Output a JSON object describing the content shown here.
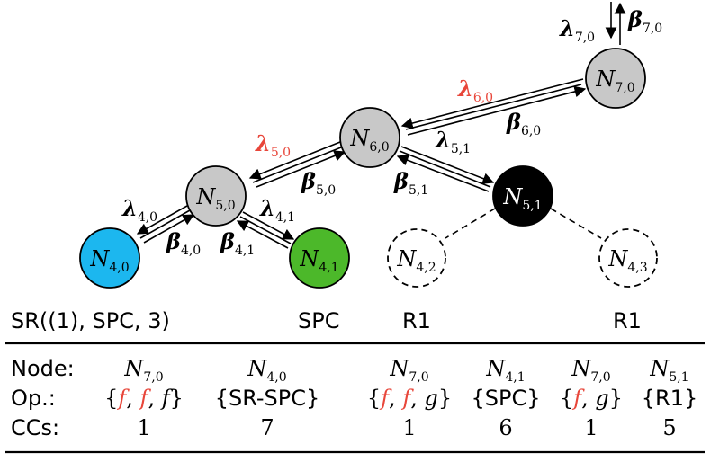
{
  "colors": {
    "gray_node": "#c8c8c8",
    "blue_node": "#1cb7ef",
    "green_node": "#4cb82a",
    "black_node": "#000000",
    "accent_red": "#e8463a"
  },
  "nodes": {
    "n70": {
      "sym": "N",
      "sub": "7,0"
    },
    "n60": {
      "sym": "N",
      "sub": "6,0"
    },
    "n50": {
      "sym": "N",
      "sub": "5,0"
    },
    "n51": {
      "sym": "N",
      "sub": "5,1"
    },
    "n40": {
      "sym": "N",
      "sub": "4,0"
    },
    "n41": {
      "sym": "N",
      "sub": "4,1"
    },
    "n42": {
      "sym": "N",
      "sub": "4,2"
    },
    "n43": {
      "sym": "N",
      "sub": "4,3"
    }
  },
  "edge_labels": {
    "lambda70": {
      "sym": "λ",
      "sub": "7,0"
    },
    "beta70": {
      "sym": "β",
      "sub": "7,0"
    },
    "lambda60": {
      "sym": "λ",
      "sub": "6,0"
    },
    "beta60": {
      "sym": "β",
      "sub": "6,0"
    },
    "lambda50": {
      "sym": "λ",
      "sub": "5,0"
    },
    "beta50": {
      "sym": "β",
      "sub": "5,0"
    },
    "lambda51": {
      "sym": "λ",
      "sub": "5,1"
    },
    "beta51": {
      "sym": "β",
      "sub": "5,1"
    },
    "lambda40": {
      "sym": "λ",
      "sub": "4,0"
    },
    "beta40": {
      "sym": "β",
      "sub": "4,0"
    },
    "lambda41": {
      "sym": "λ",
      "sub": "4,1"
    },
    "beta41": {
      "sym": "β",
      "sub": "4,1"
    }
  },
  "leaf_labels": {
    "n40": "SR((1), SPC, 3)",
    "n41": "SPC",
    "n42": "R1",
    "n43": "R1"
  },
  "table": {
    "row_headers": [
      "Node:",
      "Op.:",
      "CCs:"
    ],
    "columns": [
      {
        "node": {
          "sym": "N",
          "sub": "7,0"
        },
        "op_parts": [
          {
            "t": "{",
            "c": "k"
          },
          {
            "t": "f",
            "c": "r"
          },
          {
            "t": ", ",
            "c": "k"
          },
          {
            "t": "f",
            "c": "r"
          },
          {
            "t": ", ",
            "c": "k"
          },
          {
            "t": "f",
            "c": "k"
          },
          {
            "t": "}",
            "c": "k"
          }
        ],
        "ccs": "1"
      },
      {
        "node": {
          "sym": "N",
          "sub": "4,0"
        },
        "op_parts": [
          {
            "t": "{SR-SPC}",
            "c": "k"
          }
        ],
        "ccs": "7"
      },
      {
        "node": {
          "sym": "N",
          "sub": "7,0"
        },
        "op_parts": [
          {
            "t": "{",
            "c": "k"
          },
          {
            "t": "f",
            "c": "r"
          },
          {
            "t": ", ",
            "c": "k"
          },
          {
            "t": "f",
            "c": "r"
          },
          {
            "t": ", ",
            "c": "k"
          },
          {
            "t": "g",
            "c": "k"
          },
          {
            "t": "}",
            "c": "k"
          }
        ],
        "ccs": "1"
      },
      {
        "node": {
          "sym": "N",
          "sub": "4,1"
        },
        "op_parts": [
          {
            "t": "{SPC}",
            "c": "k"
          }
        ],
        "ccs": "6"
      },
      {
        "node": {
          "sym": "N",
          "sub": "7,0"
        },
        "op_parts": [
          {
            "t": "{",
            "c": "k"
          },
          {
            "t": "f",
            "c": "r"
          },
          {
            "t": ", ",
            "c": "k"
          },
          {
            "t": "g",
            "c": "k"
          },
          {
            "t": "}",
            "c": "k"
          }
        ],
        "ccs": "1"
      },
      {
        "node": {
          "sym": "N",
          "sub": "5,1"
        },
        "op_parts": [
          {
            "t": "{R1}",
            "c": "k"
          }
        ],
        "ccs": "5"
      }
    ]
  }
}
